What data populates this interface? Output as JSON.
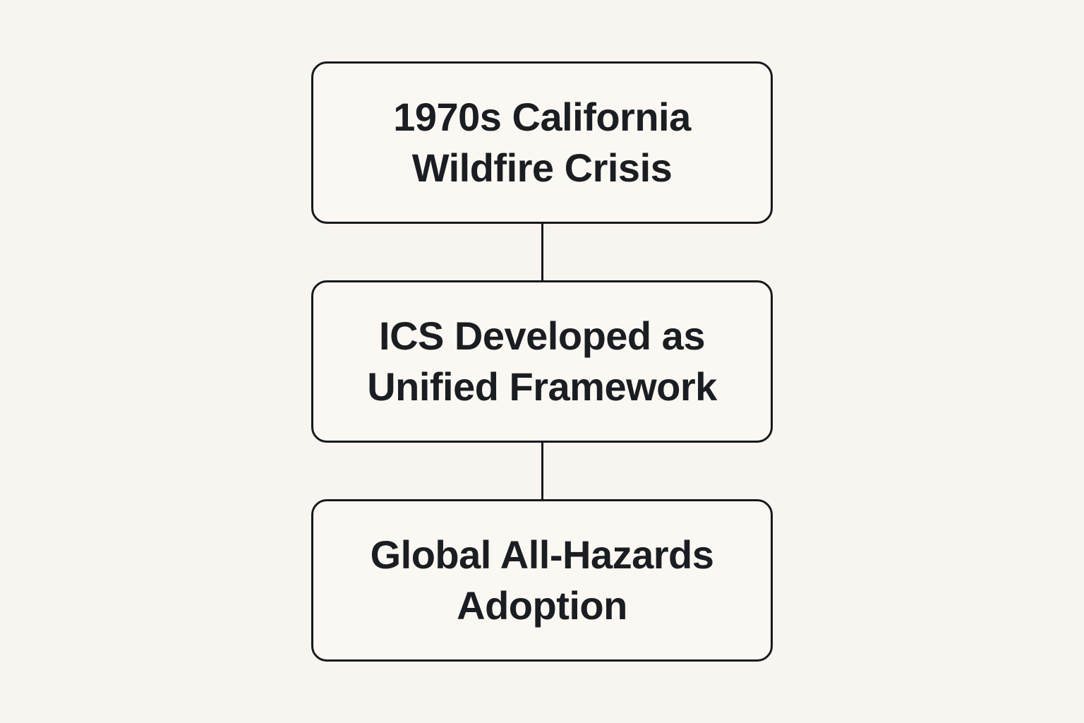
{
  "diagram": {
    "type": "flowchart",
    "direction": "top-down",
    "nodes": [
      {
        "id": "wildfire-crisis",
        "label": "1970s California Wildfire Crisis"
      },
      {
        "id": "ics-developed",
        "label": "ICS Developed as Unified Framework"
      },
      {
        "id": "global-adoption",
        "label": "Global All-Hazards Adoption"
      }
    ],
    "edges": [
      {
        "from": "wildfire-crisis",
        "to": "ics-developed"
      },
      {
        "from": "ics-developed",
        "to": "global-adoption"
      }
    ],
    "colors": {
      "page_background": "#f8f4ef",
      "node_background": "#fbf8f3",
      "node_border": "#16191c",
      "text": "#1a1d21"
    }
  }
}
